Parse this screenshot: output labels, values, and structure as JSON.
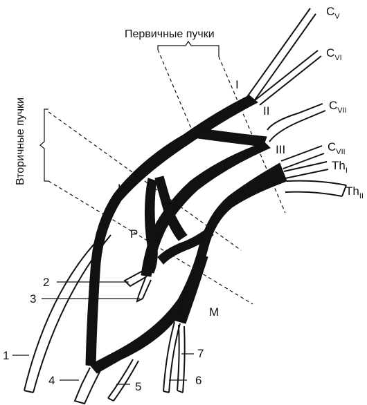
{
  "headings": {
    "primary_trunks": "Первичные пучки",
    "secondary_cords": "Вторичные пучки"
  },
  "roots": [
    {
      "base": "C",
      "sub": "V"
    },
    {
      "base": "C",
      "sub": "VI"
    },
    {
      "base": "C",
      "sub": "VII"
    },
    {
      "base": "C",
      "sub": "VII"
    },
    {
      "base": "Th",
      "sub": "I"
    },
    {
      "base": "Th",
      "sub": "II"
    }
  ],
  "trunks": [
    "I",
    "II",
    "III"
  ],
  "cords": [
    "L",
    "P",
    "M"
  ],
  "nerves": [
    "1",
    "2",
    "3",
    "4",
    "5",
    "6",
    "7"
  ]
}
